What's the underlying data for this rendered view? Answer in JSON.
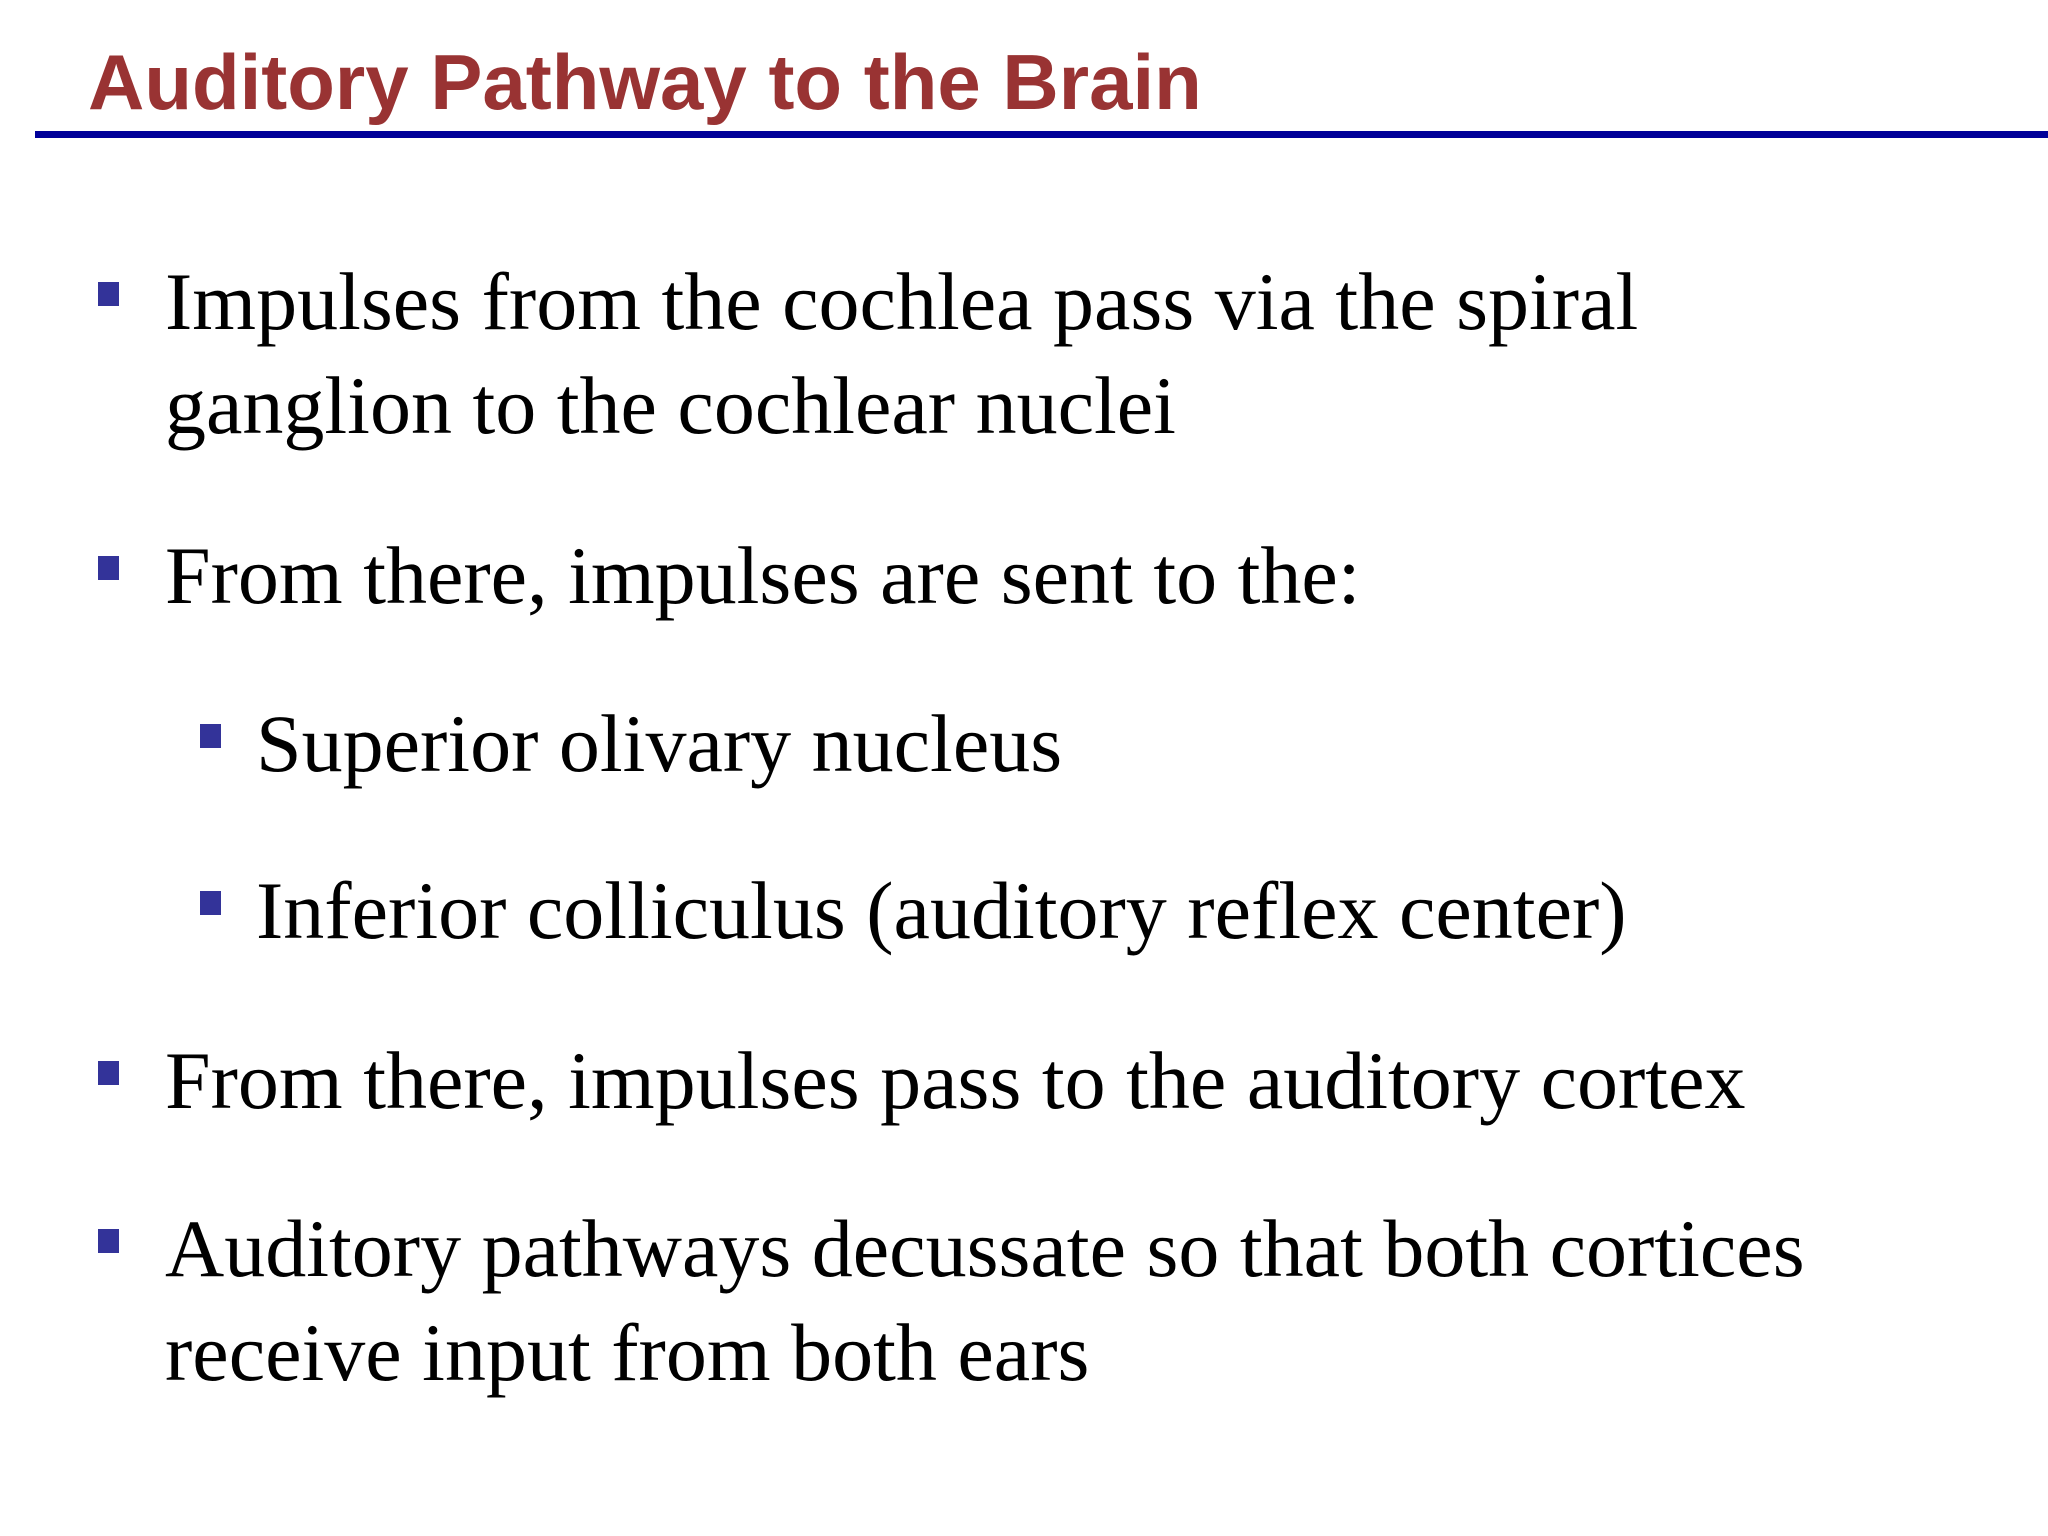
{
  "title": "Auditory Pathway to the Brain",
  "colors": {
    "title": "#993333",
    "rule": "#000099",
    "bullet": "#333399",
    "text": "#000000"
  },
  "bullets": [
    {
      "level": 1,
      "lines": [
        "Impulses from the cochlea pass via the spiral",
        "ganglion to the cochlear nuclei"
      ]
    },
    {
      "level": 1,
      "lines": [
        "From there, impulses are sent to the:"
      ]
    },
    {
      "level": 2,
      "lines": [
        "Superior olivary nucleus"
      ]
    },
    {
      "level": 2,
      "lines": [
        "Inferior colliculus (auditory reflex center)"
      ]
    },
    {
      "level": 1,
      "lines": [
        "From there, impulses pass to the auditory cortex"
      ]
    },
    {
      "level": 1,
      "lines": [
        "Auditory pathways decussate so that both cortices",
        "receive input from both ears"
      ]
    }
  ]
}
